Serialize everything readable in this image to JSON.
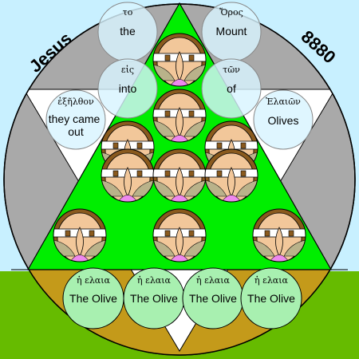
{
  "labels": {
    "jesus": "Jesus",
    "number": "8880"
  },
  "circles": {
    "to": {
      "greek": "το",
      "english": "the"
    },
    "oros": {
      "greek": "Ὄρος",
      "english": "Mount"
    },
    "eis": {
      "greek": "εἰς",
      "english": "into"
    },
    "ton": {
      "greek": "τῶν",
      "english": "of"
    },
    "exelthon": {
      "greek": "ἐξῆλθον",
      "english": "they came out"
    },
    "elaion": {
      "greek": "Ἐλαιῶν",
      "english": "Olives"
    }
  },
  "olives": [
    {
      "greek": "ἡ ελαια",
      "english": "The Olive"
    },
    {
      "greek": "ἡ ελαια",
      "english": "The Olive"
    },
    {
      "greek": "ἡ ελαια",
      "english": "The Olive"
    },
    {
      "greek": "ἡ ελαια",
      "english": "The Olive"
    }
  ],
  "colors": {
    "sky": "#c8f0ff",
    "grey": "#a9a9a9",
    "green": "#00ee00",
    "grass": "#66bb00",
    "earth": "#c49a1a",
    "light_blue_circle": "#d8f4ff",
    "light_green_circle": "#a8f0b0",
    "face": "#f2c79a",
    "hair": "#8a5a1e",
    "pink": "#ee88ee",
    "khaki": "#b9b28a"
  }
}
